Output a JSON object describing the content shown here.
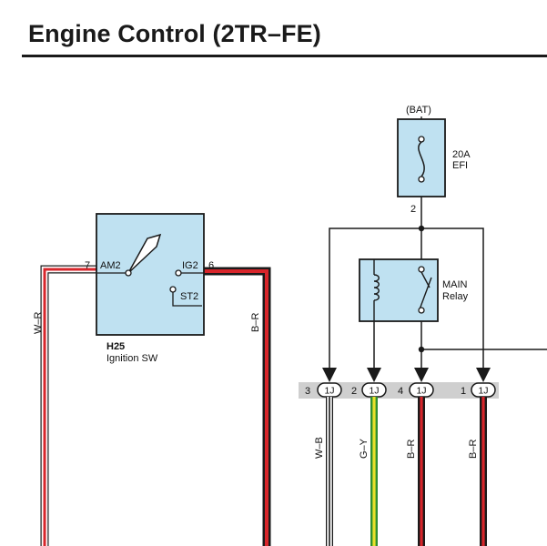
{
  "page": {
    "title": "Engine Control (2TR–FE)"
  },
  "colors": {
    "component_fill": "#bfe1f1",
    "wire_black": "#1a1a1a",
    "wire_red": "#d8262b",
    "wire_white": "#ffffff",
    "wire_green": "#3aa33a",
    "wire_yellow": "#e8e02a",
    "connector_bar": "#cfcfcf"
  },
  "ignition_switch": {
    "code": "H25",
    "name": "Ignition SW",
    "terminals": {
      "am2": "AM2",
      "am2_pin": "7",
      "ig2": "IG2",
      "ig2_pin": "6",
      "st2": "ST2"
    },
    "left_wire_color": "W–R",
    "right_wire_color": "B–R"
  },
  "fuse": {
    "source": "(BAT)",
    "rating": "20A",
    "name": "EFI",
    "out_pin": "2"
  },
  "relay": {
    "name_line1": "MAIN",
    "name_line2": "Relay"
  },
  "connectors": [
    {
      "pin": "3",
      "label": "1J",
      "wire": "W–B"
    },
    {
      "pin": "2",
      "label": "1J",
      "wire": "G–Y"
    },
    {
      "pin": "4",
      "label": "1J",
      "wire": "B–R"
    },
    {
      "pin": "1",
      "label": "1J",
      "wire": "B–R"
    }
  ]
}
